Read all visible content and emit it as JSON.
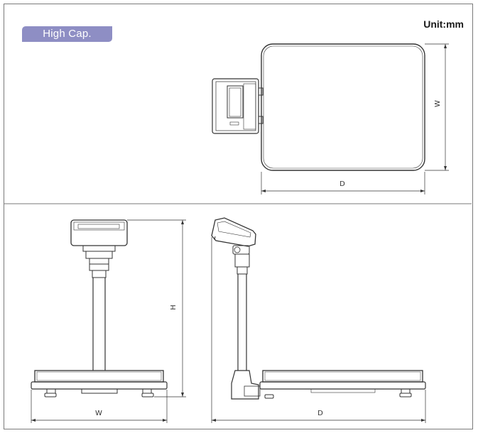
{
  "badge": {
    "label": "High Cap."
  },
  "unit_label": "Unit:mm",
  "dimensions": {
    "top_view": {
      "width": "W",
      "depth": "D"
    },
    "front_view": {
      "height": "H",
      "width": "W"
    },
    "side_view": {
      "depth": "D"
    }
  },
  "colors": {
    "badge": "#8e8ec4",
    "line": "#333333",
    "frame": "#7a7a7a"
  }
}
